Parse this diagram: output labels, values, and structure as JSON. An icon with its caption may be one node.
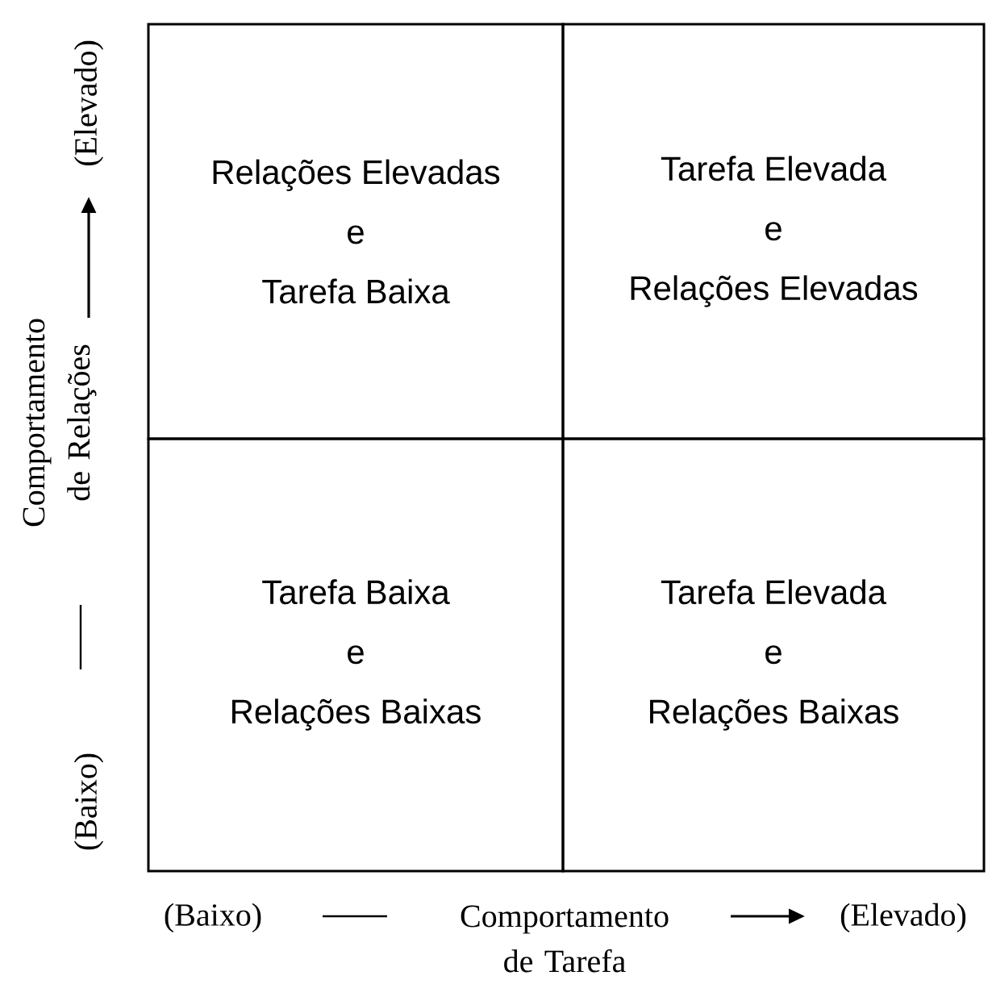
{
  "diagram": {
    "nodes": [
      {
        "text": [
          "Relações Elevadas e Tarefa Baixa"
        ]
      },
      {
        "text": [
          "Tarefa Elevada e Relações Elevadas"
        ]
      },
      {
        "text": [
          "Tarefa Baixa e Relações Baixas"
        ]
      },
      {
        "text": [
          "Tarefa Elevada e Relações Baixas"
        ]
      }
    ],
    "labels": [
      "(Elevado)",
      "Comportamento de Relações",
      "(Baixo)",
      "(Baixo)",
      "Comportamento de Tarefa",
      "(Elevado)"
    ]
  }
}
